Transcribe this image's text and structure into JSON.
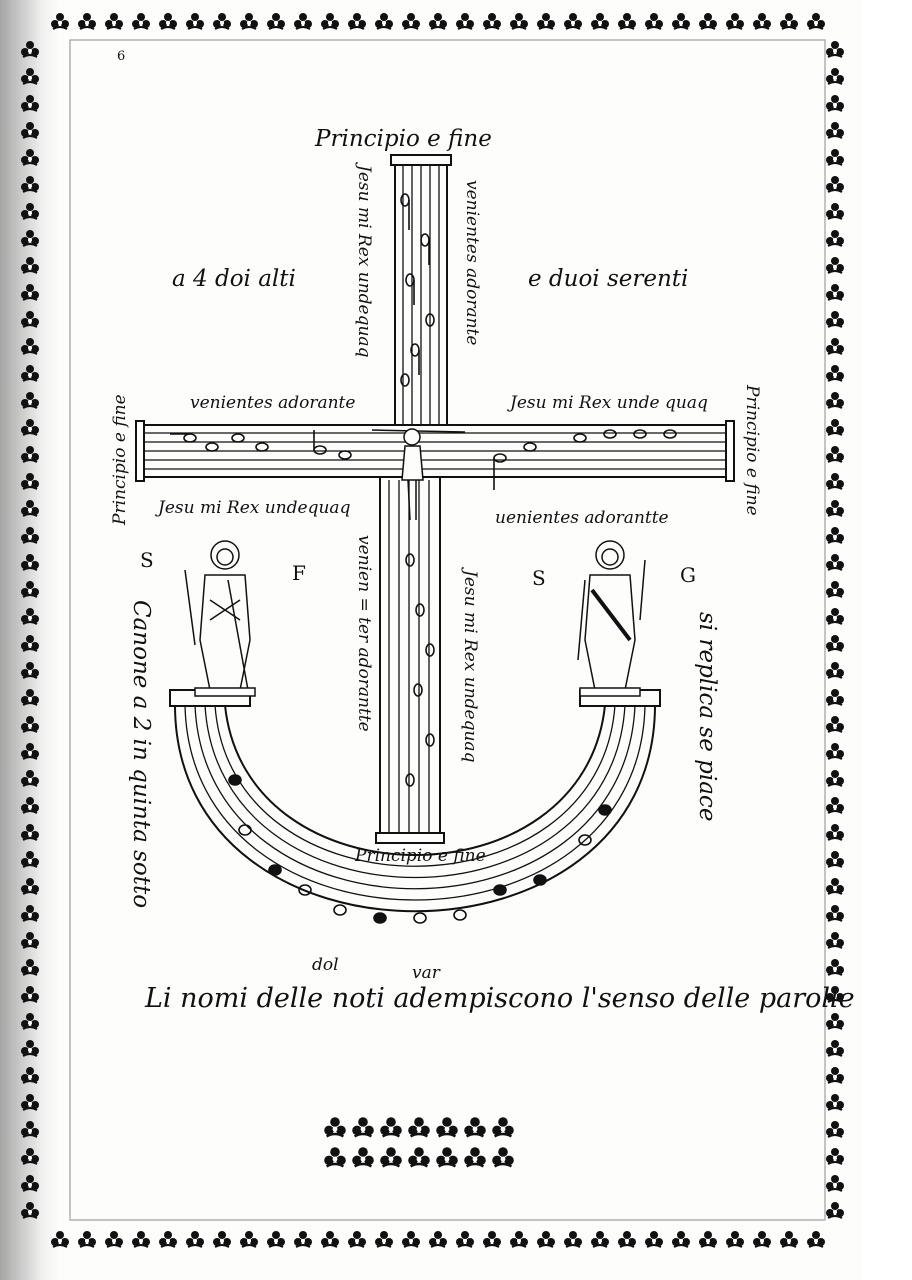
{
  "page": {
    "page_number": "6",
    "top_title": "Principio e fine",
    "left_top_phrase": "a 4 doi alti",
    "right_top_phrase": "e duoi serenti",
    "cross_text_upper_left": "Jesu mi Rex undequaq",
    "cross_text_upper_right": "venientes adorante",
    "arm_left_phrase_above": "venientes adorante",
    "arm_right_phrase_above": "Jesu mi Rex unde quaq",
    "arm_left_below": "Jesu mi Rex undequaq",
    "arm_right_below": "uenientes adorantte",
    "left_side_principio": "Principio e fine",
    "right_side_principio": "Principio e fine",
    "lower_stem_left": "venien = ter adorantte",
    "lower_stem_right": "Jesu mi Rex undequaq",
    "lower_principio": "Principio e fine",
    "letters": [
      "S",
      "F",
      "S",
      "G"
    ],
    "left_vertical": "Canone a 2 in quinta sotto",
    "right_vertical": "si replica se piace",
    "small_syllable_left": "dol",
    "small_syllable_right": "var",
    "bottom_sentence": "Li nomi delle noti adempiscono l'senso delle parolle"
  }
}
